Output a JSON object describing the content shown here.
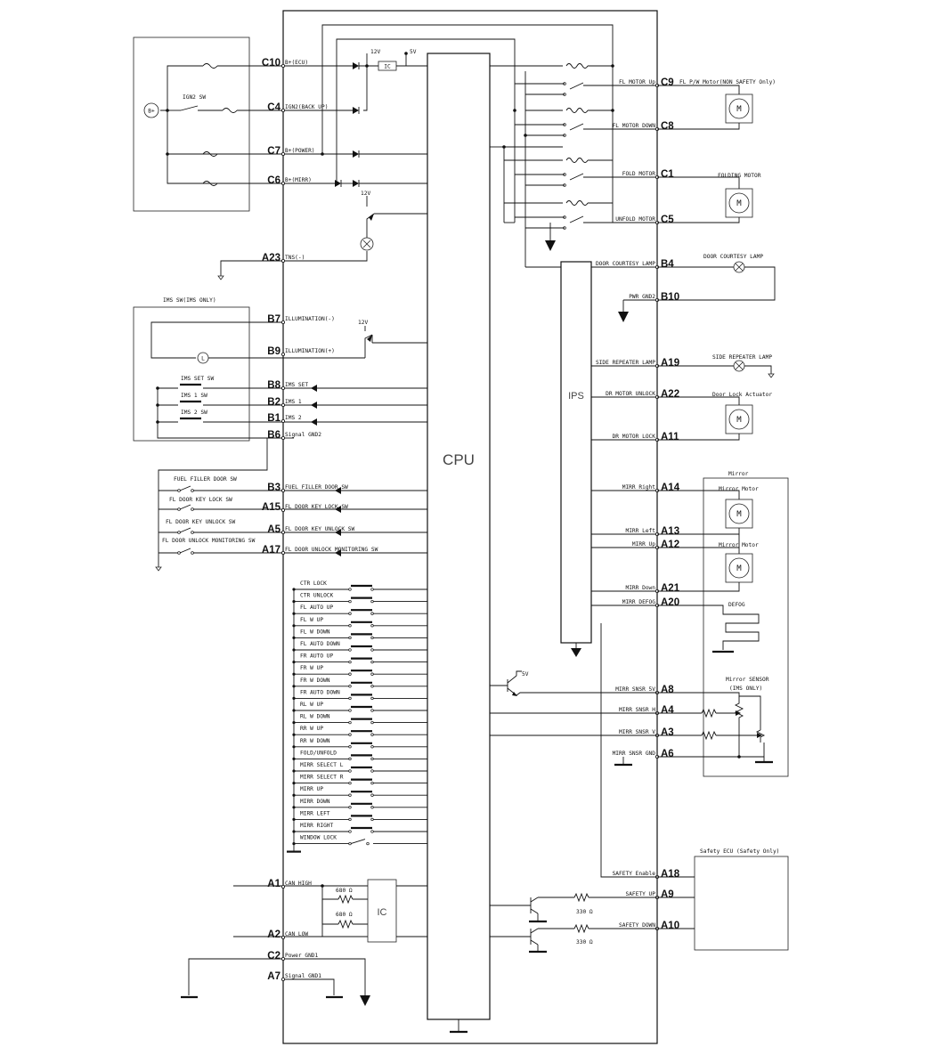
{
  "left_pins": [
    {
      "pin": "C10",
      "signal": "B+(ECU)"
    },
    {
      "pin": "C4",
      "signal": "IGN2(BACK UP)"
    },
    {
      "pin": "C7",
      "signal": "B+(POWER)"
    },
    {
      "pin": "C6",
      "signal": "B+(MIRR)"
    },
    {
      "pin": "A23",
      "signal": "TNS(-)"
    },
    {
      "pin": "B7",
      "signal": "ILLUMINATION(-)"
    },
    {
      "pin": "B9",
      "signal": "ILLUMINATION(+)"
    },
    {
      "pin": "B8",
      "signal": "IMS SET"
    },
    {
      "pin": "B2",
      "signal": "IMS 1"
    },
    {
      "pin": "B1",
      "signal": "IMS 2"
    },
    {
      "pin": "B6",
      "signal": "Signal GND2"
    },
    {
      "pin": "B3",
      "signal": "FUEL FILLER DOOR SW"
    },
    {
      "pin": "A15",
      "signal": "FL DOOR KEY LOCK SW"
    },
    {
      "pin": "A5",
      "signal": "FL DOOR KEY UNLOCK SW"
    },
    {
      "pin": "A17",
      "signal": "FL DOOR UNLOCK MONITORING SW"
    },
    {
      "pin": "A1",
      "signal": "CAN HIGH"
    },
    {
      "pin": "A2",
      "signal": "CAN LOW"
    },
    {
      "pin": "C2",
      "signal": "Power GND1"
    },
    {
      "pin": "A7",
      "signal": "Signal GND1"
    }
  ],
  "right_pins": [
    {
      "pin": "C9",
      "signal": "FL MOTOR Up"
    },
    {
      "pin": "C8",
      "signal": "FL MOTOR DOWN"
    },
    {
      "pin": "C1",
      "signal": "FOLD MOTOR"
    },
    {
      "pin": "C5",
      "signal": "UNFOLD MOTOR"
    },
    {
      "pin": "B4",
      "signal": "DOOR COURTESY LAMP"
    },
    {
      "pin": "B10",
      "signal": "PWR GND2"
    },
    {
      "pin": "A19",
      "signal": "SIDE REPEATER LAMP"
    },
    {
      "pin": "A22",
      "signal": "DR MOTOR UNLOCK"
    },
    {
      "pin": "A11",
      "signal": "DR MOTOR LOCK"
    },
    {
      "pin": "A14",
      "signal": "MIRR Right"
    },
    {
      "pin": "A13",
      "signal": "MIRR Left"
    },
    {
      "pin": "A12",
      "signal": "MIRR Up"
    },
    {
      "pin": "A21",
      "signal": "MIRR Down"
    },
    {
      "pin": "A20",
      "signal": "MIRR DEFOG"
    },
    {
      "pin": "A8",
      "signal": "MIRR SNSR 5V"
    },
    {
      "pin": "A4",
      "signal": "MIRR SNSR H"
    },
    {
      "pin": "A3",
      "signal": "MIRR SNSR V"
    },
    {
      "pin": "A6",
      "signal": "MIRR SNSR GND"
    },
    {
      "pin": "A18",
      "signal": "SAFETY Enable"
    },
    {
      "pin": "A9",
      "signal": "SAFETY UP"
    },
    {
      "pin": "A10",
      "signal": "SAFETY DOWN"
    }
  ],
  "switch_list": [
    "CTR LOCK",
    "CTR UNLOCK",
    "FL AUTO UP",
    "FL W UP",
    "FL W DOWN",
    "FL AUTO DOWN",
    "FR AUTO UP",
    "FR W UP",
    "FR W DOWN",
    "FR AUTO DOWN",
    "RL W UP",
    "RL W DOWN",
    "RR W UP",
    "RR W DOWN",
    "FOLD/UNFOLD",
    "MIRR SELECT L",
    "MIRR SELECT R",
    "MIRR UP",
    "MIRR DOWN",
    "MIRR LEFT",
    "MIRR RIGHT",
    "WINDOW LOCK"
  ],
  "labels": {
    "cpu": "CPU",
    "ips": "IPS",
    "ic": "IC",
    "ic_reg": "IC",
    "b_plus": "B+",
    "ign2_sw": "IGN2 SW",
    "v12a": "12V",
    "v5a": "5V",
    "v12b": "12V",
    "v12c": "12V",
    "v5b": "5V",
    "ims_box": "IMS SW(IMS ONLY)",
    "ims_set_sw": "IMS SET SW",
    "ims1_sw": "IMS 1 SW",
    "ims2_sw": "IMS 2 SW",
    "fuel_sw": "FUEL FILLER DOOR SW",
    "key_lock_sw": "FL DOOR KEY LOCK SW",
    "key_unlock_sw": "FL DOOR KEY UNLOCK SW",
    "unlock_mon_sw": "FL DOOR UNLOCK MONITORING SW",
    "pw_motor": "FL P/W Motor(NON SAFETY Only)",
    "folding_motor": "FOLDING MOTOR",
    "courtesy_lamp": "DOOR COURTESY LAMP",
    "repeater_lamp": "SIDE REPEATER LAMP",
    "lock_actuator": "Door Lock Actuator",
    "mirror_box": "Mirror",
    "mirror_motor_1": "Mirror Motor",
    "mirror_motor_2": "Mirror Motor",
    "defog": "DEFOG",
    "mirror_sensor_1": "Mirror SENSOR",
    "mirror_sensor_2": "(IMS ONLY)",
    "safety_ecu": "Safety ECU (Safety Only)",
    "r680a": "680 Ω",
    "r680b": "680 Ω",
    "r330a": "330 Ω",
    "r330b": "330 Ω",
    "motor_m": "M"
  }
}
